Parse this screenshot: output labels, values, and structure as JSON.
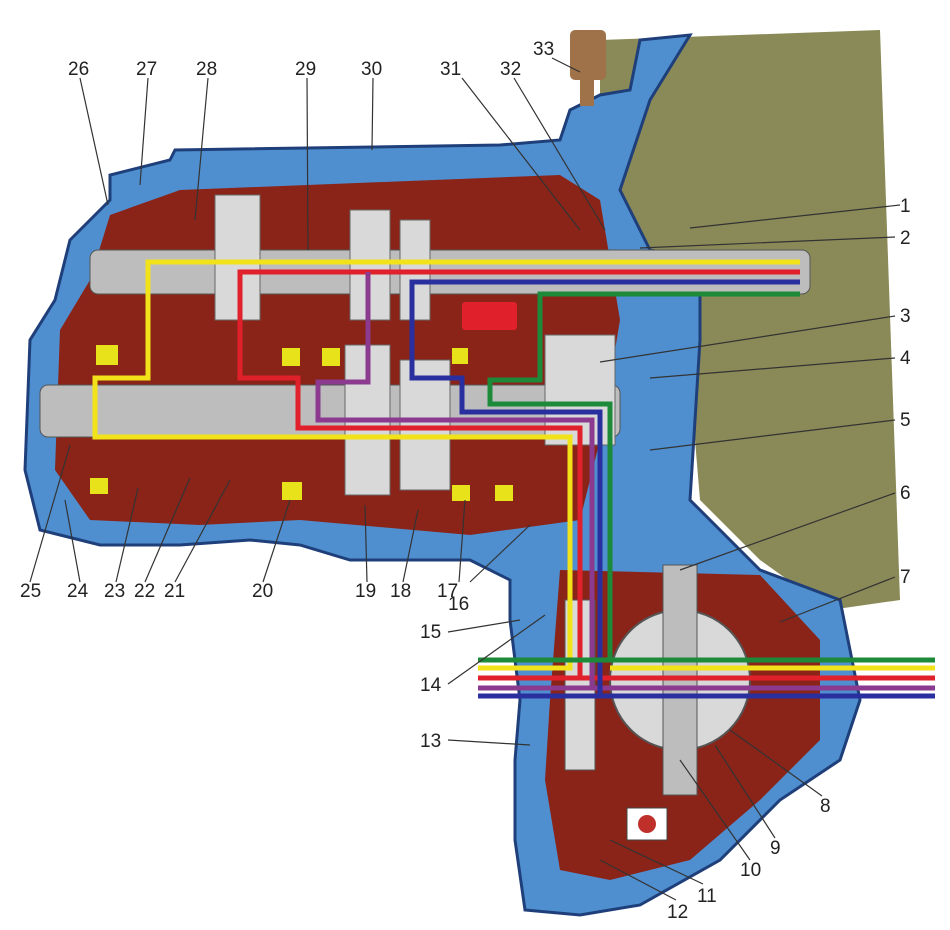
{
  "colors": {
    "housing": "#4f8fd0",
    "housing_edge": "#1f3f7a",
    "cavity": "#8a2418",
    "engine": "#8a8a58",
    "gear": "#d9d9d9",
    "shaft": "#bdbdbd",
    "sync": "#e8e21a",
    "flow_yellow": "#f2e21a",
    "flow_red": "#e0202a",
    "flow_blue": "#2a2fa0",
    "flow_green": "#1d8a3a",
    "flow_purple": "#8b3a8f",
    "sensor": "#a0724a"
  },
  "labels": {
    "l1": "1",
    "l2": "2",
    "l3": "3",
    "l4": "4",
    "l5": "5",
    "l6": "6",
    "l7": "7",
    "l8": "8",
    "l9": "9",
    "l10": "10",
    "l11": "11",
    "l12": "12",
    "l13": "13",
    "l14": "14",
    "l15": "15",
    "l16": "16",
    "l17": "17",
    "l18": "18",
    "l19": "19",
    "l20": "20",
    "l21": "21",
    "l22": "22",
    "l23": "23",
    "l24": "24",
    "l25": "25",
    "l26": "26",
    "l27": "27",
    "l28": "28",
    "l29": "29",
    "l30": "30",
    "l31": "31",
    "l32": "32",
    "l33": "33"
  }
}
